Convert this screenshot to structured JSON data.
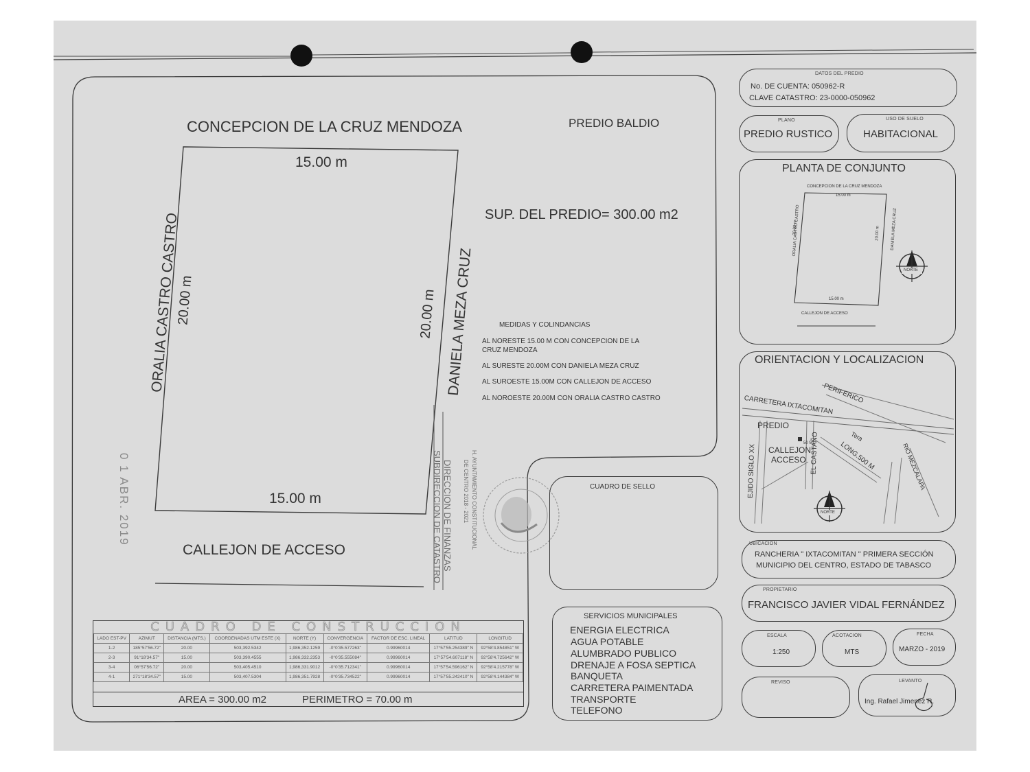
{
  "plan": {
    "north_name": "CONCEPCION DE LA CRUZ MENDOZA",
    "top_measure": "15.00 m",
    "bottom_measure": "15.00 m",
    "left_measure": "20.00 m",
    "right_measure": "20.00 m",
    "west_name": "ORALIA CASTRO CASTRO",
    "east_name": "DANIELA MEZA CRUZ",
    "south_name": "CALLEJON DE ACCESO",
    "predio_baldio": "PREDIO  BALDIO",
    "superficie": "SUP. DEL PREDIO= 300.00 m2"
  },
  "medidas": {
    "title": "MEDIDAS  Y COLINDANCIAS",
    "lines": [
      "AL   NORESTE   15.00 M  CON CONCEPCION DE LA",
      "CRUZ MENDOZA",
      "AL  SURESTE   20.00M CON  DANIELA MEZA CRUZ",
      "AL  SUROESTE  15.00M CON  CALLEJON DE ACCESO",
      "AL  NOROESTE  20.00M CON ORALIA CASTRO CASTRO"
    ]
  },
  "stamps": {
    "date": "0 1 ABR. 2019",
    "dir_1": "DIRECCION DE FINANZAS",
    "dir_2": "SUBDIRECCION DE CATASTRO",
    "ayto_1": "H. AYUNTAMIENTO CONSTITUCIONAL",
    "ayto_2": "DE CENTRO 2018 - 2021"
  },
  "construccion": {
    "title": "CUADRO DE CONSTRUCCION",
    "headers": [
      "LADO EST-PV",
      "AZIMUT",
      "DISTANCIA (MTS.)",
      "COORDENADAS UTM ESTE (X)",
      "NORTE (Y)",
      "CONVERGENCIA",
      "FACTOR DE ESC. LINEAL",
      "LATITUD",
      "LONGITUD"
    ],
    "rows": [
      [
        "1-2",
        "185°57'56.72\"",
        "20.00",
        "503,392.5342",
        "1,986,352.1259",
        "-0°0'35.577263\"",
        "0.99960014",
        "17°57'55.254389\" N",
        "92°58'4.854851\" W"
      ],
      [
        "2-3",
        "91°18'34.57\"",
        "15.00",
        "503,390.4555",
        "1,986,332.2353",
        "-0°0'35.555084\"",
        "0.99960014",
        "17°57'54.607118\" N",
        "92°58'4.725642\" W"
      ],
      [
        "3-4",
        "06°57'56.72\"",
        "20.00",
        "503,405.4510",
        "1,986,331.9012",
        "-0°0'35.712341\"",
        "0.99960014",
        "17°57'54.596162\" N",
        "92°58'4.215778\" W"
      ],
      [
        "4-1",
        "271°18'34.57\"",
        "15.00",
        "503,407.5304",
        "1,986,351.7928",
        "-0°0'35.734522\"",
        "0.99960014",
        "17°57'55.242410\" N",
        "92°58'4.144384\" W"
      ]
    ],
    "area": "AREA = 300.00 m2",
    "perimetro": "PERIMETRO = 70.00 m"
  },
  "sello": {
    "label": "CUADRO DE SELLO"
  },
  "servicios": {
    "title": "SERVICIOS  MUNICIPALES",
    "items": [
      "ENERGIA ELECTRICA",
      "AGUA POTABLE",
      "ALUMBRADO PUBLICO",
      "DRENAJE A FOSA SEPTICA",
      "BANQUETA",
      "CARRETERA PAIMENTADA",
      "TRANSPORTE",
      "TELEFONO"
    ]
  },
  "datos": {
    "title": "DATOS DEL PREDIO",
    "cuenta": "No. DE CUENTA: 050962-R",
    "clave": "CLAVE CATASTRO: 23-0000-050962"
  },
  "plano": {
    "label": "PLANO",
    "value": "PREDIO  RUSTICO"
  },
  "uso": {
    "label": "USO DE SUELO",
    "value": "HABITACIONAL"
  },
  "planta": {
    "title": "PLANTA DE CONJUNTO",
    "north": "CONCEPCION DE LA CRUZ MENDOZA",
    "top": "15.00 m",
    "bottom": "15.00 m",
    "left_name": "ORALIA CASTRO CASTRO",
    "left_m": "20.00 m",
    "right_name": "DANIELA MEZA CRUZ",
    "right_m": "20.00 m",
    "south": "CALLEJON DE ACCESO",
    "norte": "NORTE"
  },
  "orientacion": {
    "title": "ORIENTACION Y LOCALIZACION",
    "labels": {
      "periferico": "PERIFERICO",
      "carretera": "CARRETERA IXTACOMITAN",
      "predio": "PREDIO",
      "callejon": "CALLEJON",
      "acceso": "ACCESO",
      "ejido": "EJIDO SIGLO XX",
      "castano": "EL CASTAÑO",
      "long": "LONG.500 M",
      "rio": "RIO MEZCALAPA",
      "tera": "Tera",
      "fifty": "50 M",
      "norte": "NORTE"
    }
  },
  "ubicacion": {
    "label": "UBICACION",
    "line1": "RANCHERIA \" IXTACOMITAN \" PRIMERA SECCIÓN",
    "line2": "MUNICIPIO  DEL CENTRO, ESTADO DE TABASCO"
  },
  "propietario": {
    "label": "PROPIETARIO",
    "value": "FRANCISCO  JAVIER  VIDAL  FERNÁNDEZ"
  },
  "escala": {
    "label": "ESCALA",
    "value": "1:250"
  },
  "acotacion": {
    "label": "ACOTACION",
    "value": "MTS"
  },
  "fecha": {
    "label": "FECHA",
    "value": "MARZO - 2019"
  },
  "reviso": {
    "label": "REVISO"
  },
  "levanto": {
    "label": "LEVANTO",
    "value": "Ing. Rafael Jimenez R."
  }
}
